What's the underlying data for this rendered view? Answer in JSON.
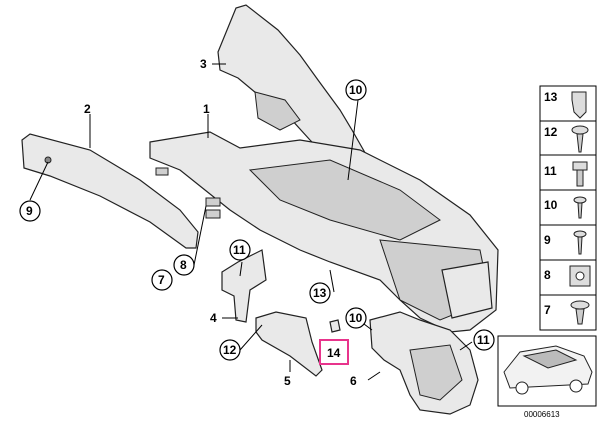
{
  "callouts": {
    "c1": "1",
    "c2": "2",
    "c3": "3",
    "c4": "4",
    "c5": "5",
    "c6": "6",
    "c7": "7",
    "c8": "8",
    "c9": "9",
    "c10": "10",
    "c11a": "11",
    "c11b": "11",
    "c12": "12",
    "c13": "13",
    "c14": "14"
  },
  "legend": [
    "13",
    "12",
    "11",
    "10",
    "9",
    "8",
    "7"
  ],
  "diagram_id": "00006613",
  "highlight_color": "#e8348c"
}
